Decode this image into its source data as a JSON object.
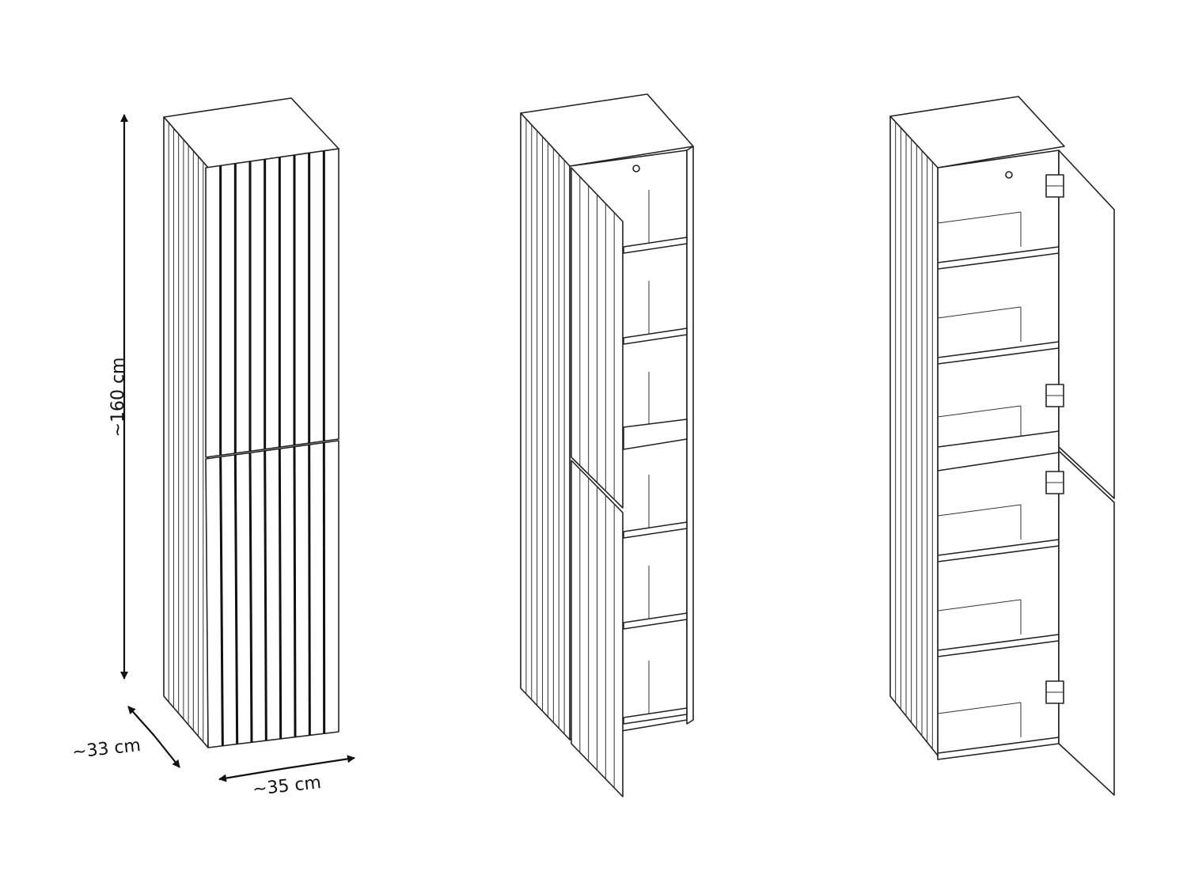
{
  "dimensions": {
    "height_label": "~160 cm",
    "depth_label": "~33 cm",
    "width_label": "~35 cm"
  },
  "views": [
    {
      "name": "closed-cabinet-view"
    },
    {
      "name": "left-doors-open-view"
    },
    {
      "name": "right-doors-open-view"
    }
  ],
  "colors": {
    "line": "#222222",
    "background": "#ffffff"
  }
}
